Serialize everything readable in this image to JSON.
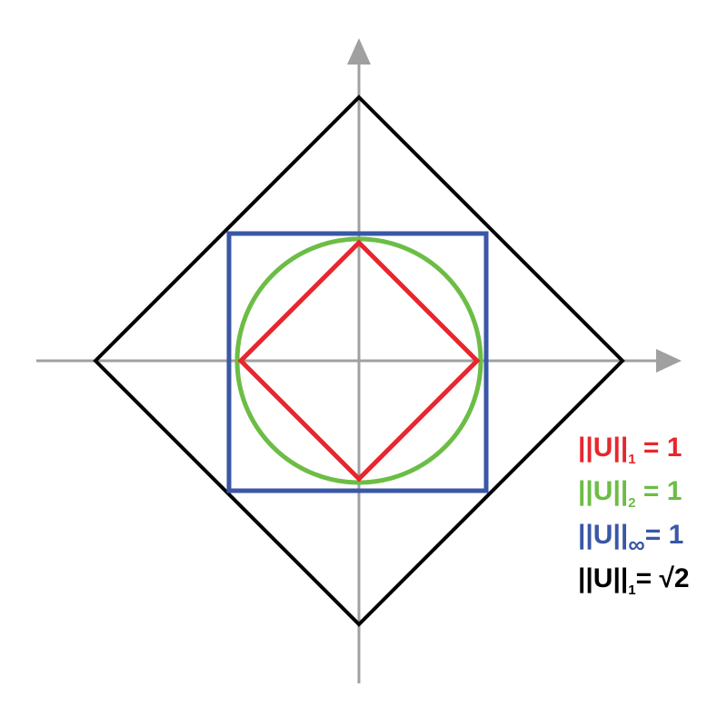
{
  "colors": {
    "axis": "#a0a0a0",
    "l1_unit": "#e8262d",
    "l2_unit": "#6cbd45",
    "linf_unit": "#3a57a7",
    "l1_sqrt2": "#000000"
  },
  "legend": [
    {
      "id": "l1-unit",
      "norm": "||U||",
      "subscript": "1",
      "rhs": " = 1",
      "color": "#e8262d"
    },
    {
      "id": "l2-unit",
      "norm": "||U||",
      "subscript": "2",
      "rhs": " = 1",
      "color": "#6cbd45"
    },
    {
      "id": "linf-unit",
      "norm": "||U||",
      "subscript": "∞",
      "rhs": "= 1",
      "color": "#3a57a7"
    },
    {
      "id": "l1-sqrt2",
      "norm": "||U||",
      "subscript": "1",
      "rhs": "= √2",
      "color": "#000000"
    }
  ],
  "shapes": [
    {
      "id": "l1-sqrt2-diamond",
      "kind": "diamond",
      "radius": 1.4142,
      "color": "#000000"
    },
    {
      "id": "linf-unit-square",
      "kind": "square",
      "radius": 1,
      "color": "#3a57a7"
    },
    {
      "id": "l2-unit-circle",
      "kind": "circle",
      "radius": 1,
      "color": "#6cbd45"
    },
    {
      "id": "l1-unit-diamond",
      "kind": "diamond",
      "radius": 1,
      "color": "#e8262d"
    }
  ]
}
